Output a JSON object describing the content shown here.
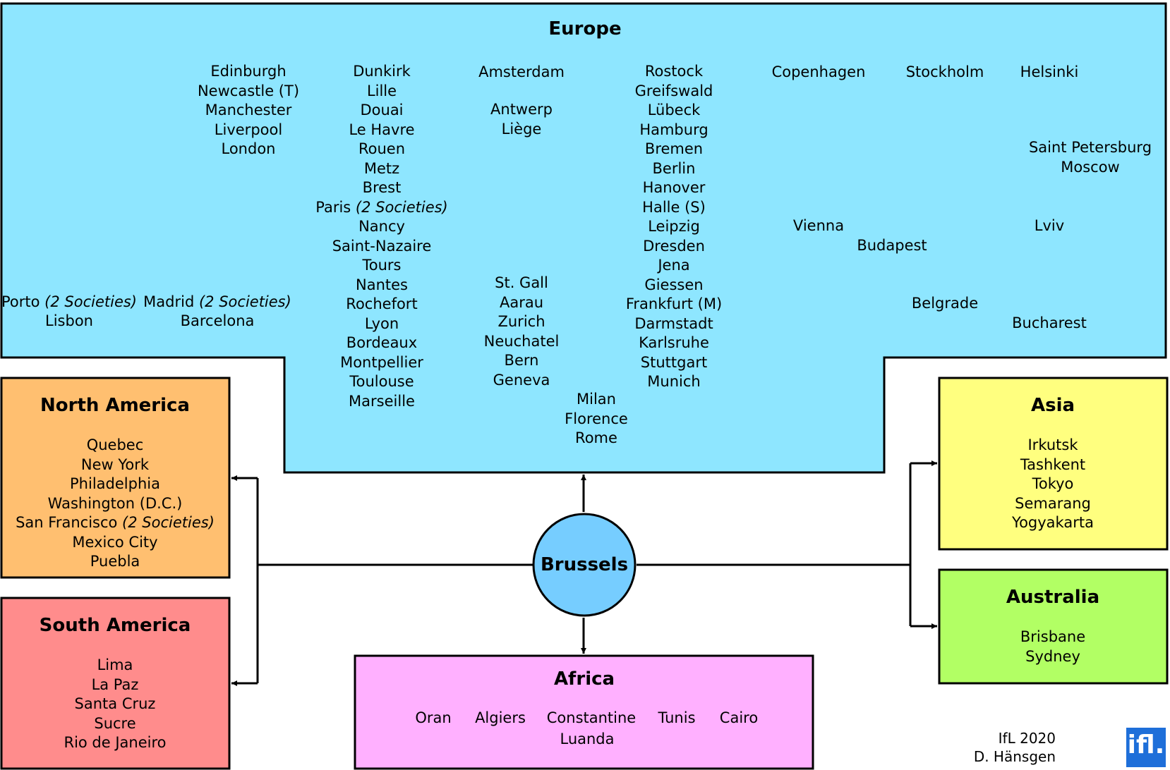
{
  "colors": {
    "europe": "#8ee6ff",
    "north_america": "#ffbf70",
    "south_america": "#ff8c8c",
    "asia": "#ffff7f",
    "australia": "#b2ff64",
    "africa": "#ffb0ff",
    "brussels": "#76cdff"
  },
  "center": {
    "label": "Brussels"
  },
  "europe": {
    "title": "Europe",
    "uk": [
      "Edinburgh",
      "Newcastle (T)",
      "Manchester",
      "Liverpool",
      "London"
    ],
    "france": [
      "Dunkirk",
      "Lille",
      "Douai",
      "Le Havre",
      "Rouen",
      "Metz",
      "Brest",
      "Paris",
      "Nancy",
      "Saint-Nazaire",
      "Tours",
      "Nantes",
      "Rochefort",
      "Lyon",
      "Bordeaux",
      "Montpellier",
      "Toulouse",
      "Marseille"
    ],
    "paris_note": "(2 Societies)",
    "amsterdam": "Amsterdam",
    "belgium": [
      "Antwerp",
      "Liège"
    ],
    "switzerland": [
      "St. Gall",
      "Aarau",
      "Zurich",
      "Neuchatel",
      "Bern",
      "Geneva"
    ],
    "italy": [
      "Milan",
      "Florence",
      "Rome"
    ],
    "germany": [
      "Rostock",
      "Greifswald",
      "Lübeck",
      "Hamburg",
      "Bremen",
      "Berlin",
      "Hanover",
      "Halle (S)",
      "Leipzig",
      "Dresden",
      "Jena",
      "Giessen",
      "Frankfurt (M)",
      "Darmstadt",
      "Karlsruhe",
      "Stuttgart",
      "Munich"
    ],
    "copenhagen": "Copenhagen",
    "stockholm": "Stockholm",
    "helsinki": "Helsinki",
    "russia": [
      "Saint Petersburg",
      "Moscow"
    ],
    "vienna": "Vienna",
    "budapest": "Budapest",
    "lviv": "Lviv",
    "belgrade": "Belgrade",
    "bucharest": "Bucharest",
    "porto": "Porto",
    "porto_note": "(2 Societies)",
    "lisbon": "Lisbon",
    "madrid": "Madrid",
    "madrid_note": "(2 Societies)",
    "barcelona": "Barcelona"
  },
  "north_america": {
    "title": "North America",
    "cities": [
      "Quebec",
      "New York",
      "Philadelphia",
      "Washington (D.C.)",
      "San Francisco",
      "Mexico City",
      "Puebla"
    ],
    "sf_note": "(2 Societies)"
  },
  "south_america": {
    "title": "South America",
    "cities": [
      "Lima",
      "La Paz",
      "Santa Cruz",
      "Sucre",
      "Rio de Janeiro"
    ]
  },
  "asia": {
    "title": "Asia",
    "cities": [
      "Irkutsk",
      "Tashkent",
      "Tokyo",
      "Semarang",
      "Yogyakarta"
    ]
  },
  "australia": {
    "title": "Australia",
    "cities": [
      "Brisbane",
      "Sydney"
    ]
  },
  "africa": {
    "title": "Africa",
    "row1": [
      "Oran",
      "Algiers",
      "Constantine",
      "Tunis",
      "Cairo"
    ],
    "row2": "Luanda"
  },
  "credit": {
    "line1": "IfL 2020",
    "line2": "D. Hänsgen",
    "logo": "ifl."
  }
}
